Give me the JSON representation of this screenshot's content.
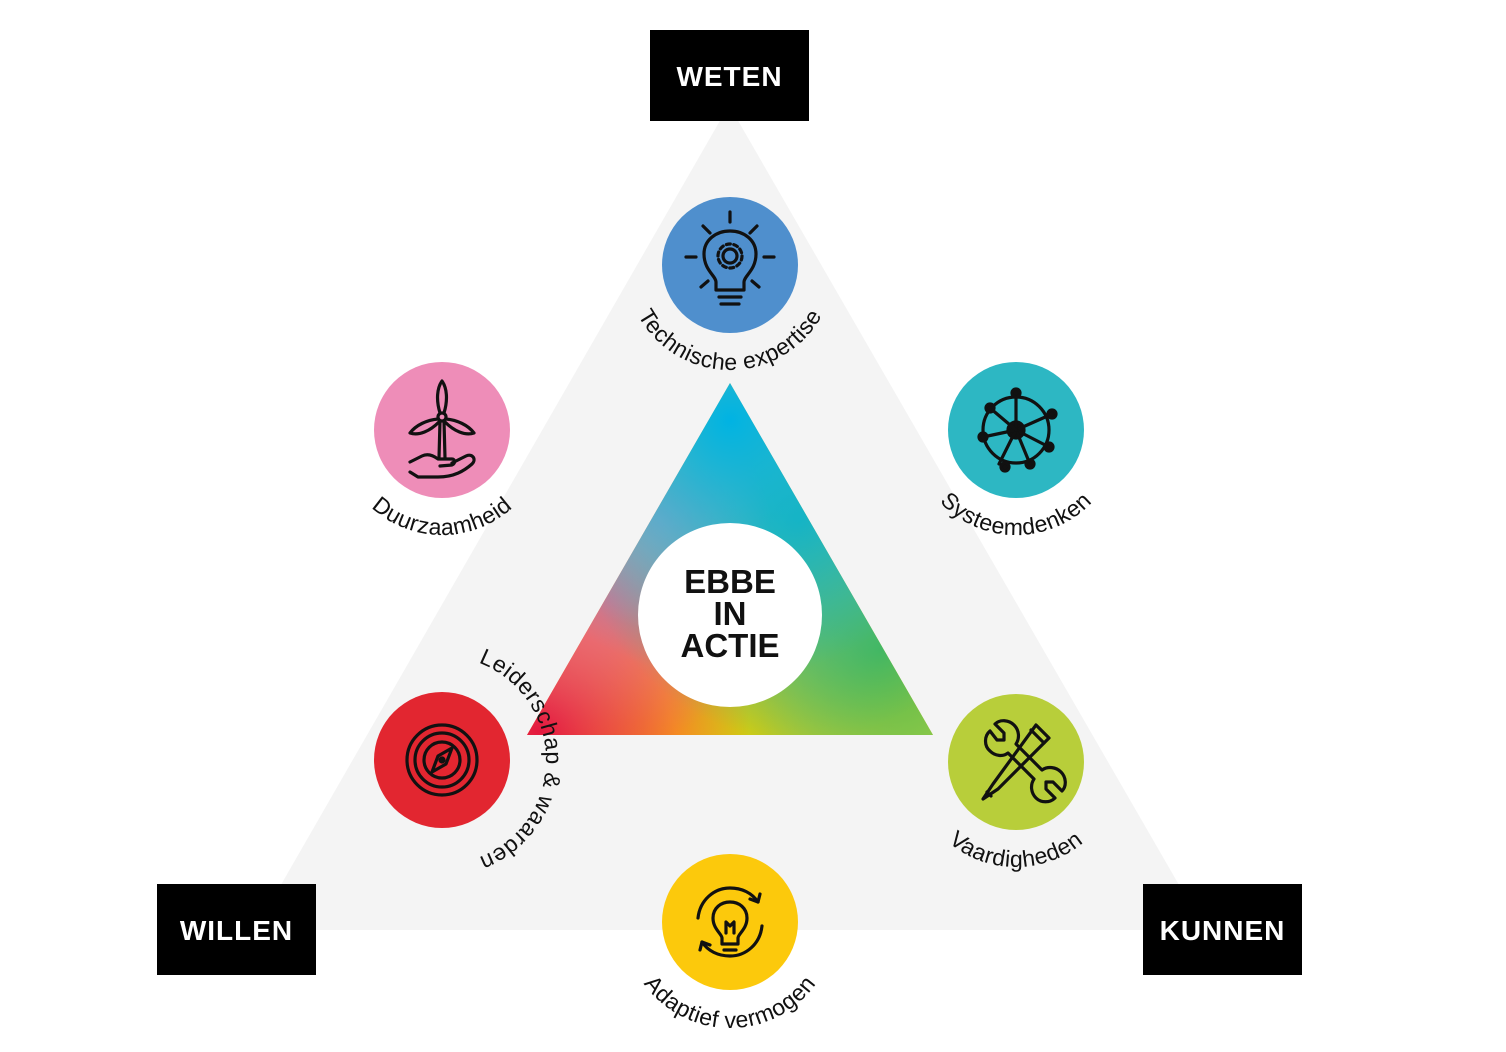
{
  "diagram": {
    "center_title_lines": [
      "EBBE",
      "IN",
      "ACTIE"
    ],
    "corners": {
      "top": "WETEN",
      "bottom_left": "WILLEN",
      "bottom_right": "KUNNEN"
    },
    "competences": [
      {
        "key": "technische-expertise",
        "label": "Technische expertise",
        "color": "#4F8FCD",
        "icon": "lightbulb-gear-icon"
      },
      {
        "key": "systeemdenken",
        "label": "Systeemdenken",
        "color": "#2DB7C3",
        "icon": "network-wheel-icon"
      },
      {
        "key": "vaardigheden",
        "label": "Vaardigheden",
        "color": "#B8CE3A",
        "icon": "wrench-pencil-icon"
      },
      {
        "key": "adaptief-vermogen",
        "label": "Adaptief vermogen",
        "color": "#FCC90C",
        "icon": "lightbulb-cycle-icon"
      },
      {
        "key": "leiderschap-waarden",
        "label": "Leiderschap & waarden",
        "color": "#E22630",
        "icon": "compass-icon"
      },
      {
        "key": "duurzaamheid",
        "label": "Duurzaamheid",
        "color": "#EE8DB8",
        "icon": "wind-turbine-hand-icon"
      }
    ],
    "colors": {
      "background_triangle": "#F4F4F4",
      "label_box": "#000000"
    }
  }
}
